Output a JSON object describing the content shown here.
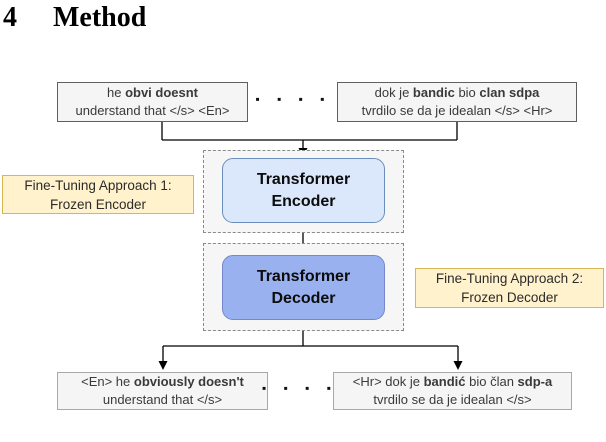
{
  "heading": {
    "number": "4",
    "title": "Method"
  },
  "colors": {
    "encoder_fill": "#dbe8fc",
    "encoder_stroke": "#6c8ebf",
    "decoder_fill": "#99b1ee",
    "decoder_stroke": "#7487cf",
    "label_fill": "#fff2cc",
    "label_stroke": "#d6b656",
    "io_box_fill": "#f5f5f5",
    "io_box_stroke_top": "#5f5f5f",
    "io_box_stroke_bottom": "#a8a8a8",
    "container_fill": "#f6f6f6",
    "container_stroke": "#8a8a8a",
    "line": "#000000"
  },
  "diagram": {
    "inputs": {
      "left": {
        "line1": [
          {
            "t": "he ",
            "b": false
          },
          {
            "t": "obvi doesnt",
            "b": true
          }
        ],
        "line2": [
          {
            "t": "understand that </s> <En>",
            "b": false
          }
        ]
      },
      "right": {
        "line1": [
          {
            "t": "dok je ",
            "b": false
          },
          {
            "t": "bandic",
            "b": true
          },
          {
            "t": " bio ",
            "b": false
          },
          {
            "t": "clan sdpa",
            "b": true
          }
        ],
        "line2": [
          {
            "t": "tvrdilo se da je idealan </s> <Hr>",
            "b": false
          }
        ]
      },
      "dots": "▪ ▪ ▪ ▪"
    },
    "encoder": {
      "line1": "Transformer",
      "line2": "Encoder"
    },
    "decoder": {
      "line1": "Transformer",
      "line2": "Decoder"
    },
    "annotations": {
      "approach1": {
        "line1": "Fine-Tuning Approach 1:",
        "line2": "Frozen Encoder"
      },
      "approach2": {
        "line1": "Fine-Tuning Approach 2:",
        "line2": "Frozen Decoder"
      }
    },
    "outputs": {
      "left": {
        "line1": [
          {
            "t": "<En> he ",
            "b": false
          },
          {
            "t": "obviously doesn't",
            "b": true
          }
        ],
        "line2": [
          {
            "t": "understand that </s>",
            "b": false
          }
        ]
      },
      "right": {
        "line1": [
          {
            "t": "<Hr> dok je ",
            "b": false
          },
          {
            "t": "bandić",
            "b": true
          },
          {
            "t": " bio član ",
            "b": false
          },
          {
            "t": "sdp-a",
            "b": true
          }
        ],
        "line2": [
          {
            "t": "tvrdilo se da je idealan </s>",
            "b": false
          }
        ]
      },
      "dots": "▪ ▪ ▪ ▪"
    }
  }
}
